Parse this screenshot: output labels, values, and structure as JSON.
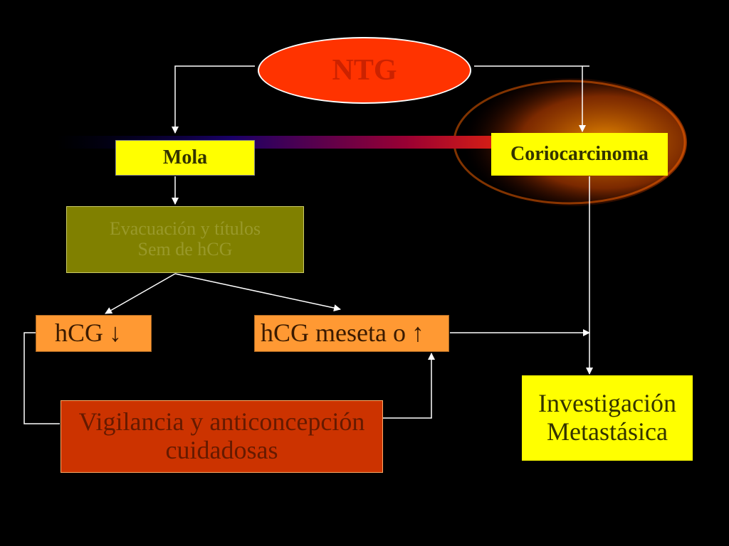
{
  "diagram": {
    "nodes": {
      "ntg": {
        "label": "NTG"
      },
      "mola": {
        "label": "Mola"
      },
      "coriocarcinoma": {
        "label": "Coriocarcinoma"
      },
      "evacuacion": {
        "lines": [
          "Evacuación y títulos",
          "Sem de hCG"
        ]
      },
      "hcg_down": {
        "label": "hCG",
        "arrow": "↓"
      },
      "hcg_meseta": {
        "label": "hCG meseta o",
        "arrow": "↑"
      },
      "vigilancia": {
        "lines": [
          "Vigilancia y anticoncepción",
          "cuidadosas"
        ]
      },
      "investigacion": {
        "lines": [
          "Investigación",
          "Metastásica"
        ]
      }
    },
    "colors": {
      "background": "#000000",
      "ntg": "#ff3300",
      "yellow_box": "#ffff00",
      "olive_box": "#808000",
      "orange_box": "#ff9933",
      "red_box": "#cc3300",
      "connector": "#ffffff"
    }
  }
}
